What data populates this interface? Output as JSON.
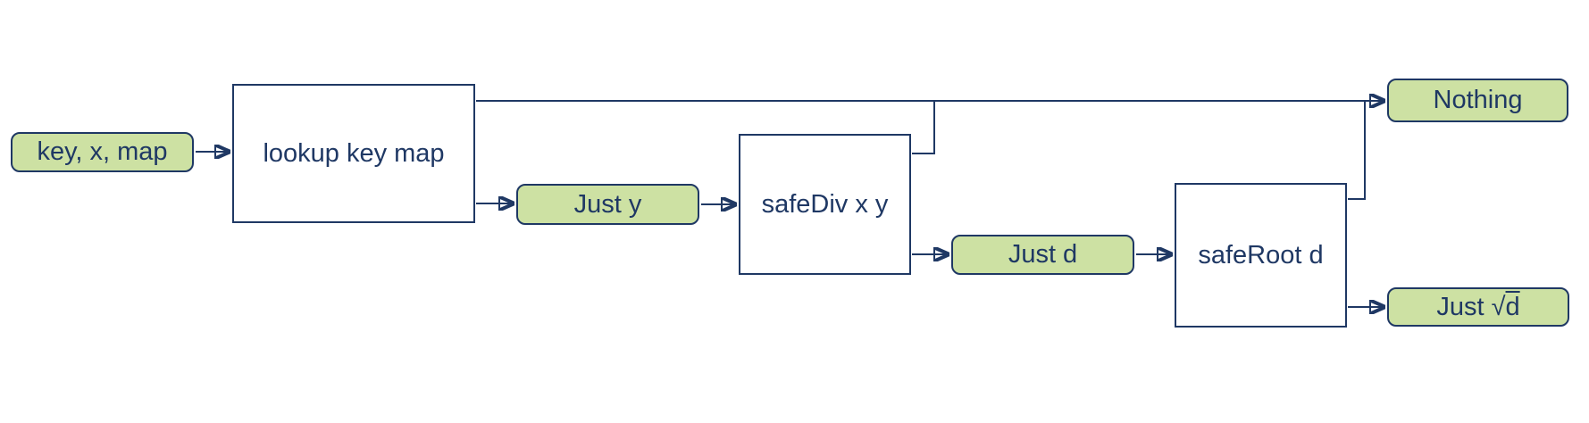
{
  "diagram": {
    "description": "Maybe-monad pipeline flowchart: lookup, safe division, safe square root with failure paths to Nothing",
    "colors": {
      "node_border_and_text": "#1F3864",
      "value_node_fill": "#CDE1A3",
      "process_node_fill": "#FFFFFF",
      "connector": "#1F3864",
      "background": "#FFFFFF"
    },
    "nodes": {
      "input": {
        "label": "key, x, map"
      },
      "lookup": {
        "label": "lookup key map"
      },
      "just_y": {
        "label": "Just y"
      },
      "safediv": {
        "label": "safeDiv x y"
      },
      "just_d": {
        "label": "Just d"
      },
      "saferoot": {
        "label": "safeRoot d"
      },
      "just_sqrt_d": {
        "prefix": "Just √",
        "radicand": "d"
      },
      "nothing": {
        "label": "Nothing"
      }
    },
    "edges": [
      {
        "from": "input",
        "to": "lookup",
        "kind": "success"
      },
      {
        "from": "lookup",
        "to": "just_y",
        "kind": "success"
      },
      {
        "from": "just_y",
        "to": "safediv",
        "kind": "success"
      },
      {
        "from": "safediv",
        "to": "just_d",
        "kind": "success"
      },
      {
        "from": "just_d",
        "to": "saferoot",
        "kind": "success"
      },
      {
        "from": "saferoot",
        "to": "just_sqrt_d",
        "kind": "success"
      },
      {
        "from": "lookup",
        "to": "nothing",
        "kind": "failure"
      },
      {
        "from": "safediv",
        "to": "nothing",
        "kind": "failure"
      },
      {
        "from": "saferoot",
        "to": "nothing",
        "kind": "failure"
      }
    ]
  }
}
